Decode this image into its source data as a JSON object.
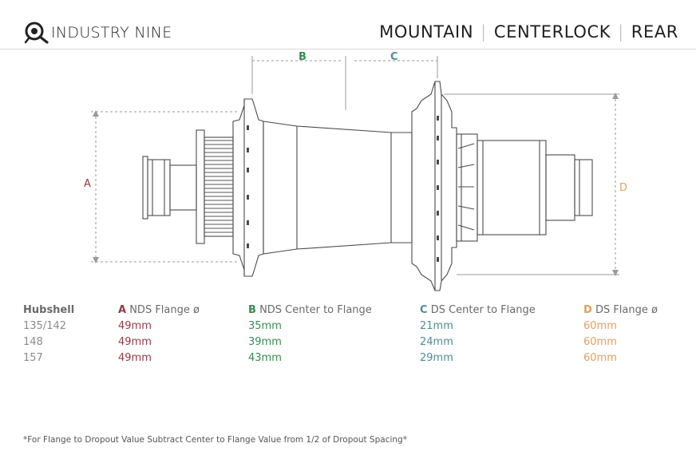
{
  "brand": {
    "name": "INDUSTRY NINE"
  },
  "header": {
    "title_parts": [
      "MOUNTAIN",
      "CENTERLOCK",
      "REAR"
    ],
    "separator": "|"
  },
  "diagram": {
    "labels": {
      "a": "A",
      "b": "B",
      "c": "C",
      "d": "D"
    },
    "colors": {
      "a": "#8d3c47",
      "b": "#3a8a52",
      "c": "#4d8f96",
      "d": "#e0a15e",
      "line": "#4a4a4a",
      "dim": "#9a9a9a"
    }
  },
  "table": {
    "header": {
      "hubshell": "Hubshell",
      "a_letter": "A",
      "a_text": "NDS Flange ø",
      "b_letter": "B",
      "b_text": "NDS Center to Flange",
      "c_letter": "C",
      "c_text": "DS Center to Flange",
      "d_letter": "D",
      "d_text": "DS Flange ø"
    },
    "rows": [
      {
        "hubshell": "135/142",
        "a": "49mm",
        "b": "35mm",
        "c": "21mm",
        "d": "60mm"
      },
      {
        "hubshell": "148",
        "a": "49mm",
        "b": "39mm",
        "c": "24mm",
        "d": "60mm"
      },
      {
        "hubshell": "157",
        "a": "49mm",
        "b": "43mm",
        "c": "29mm",
        "d": "60mm"
      }
    ]
  },
  "footnote": "*For Flange to Dropout Value Subtract Center to Flange Value from 1/2 of Dropout Spacing*"
}
